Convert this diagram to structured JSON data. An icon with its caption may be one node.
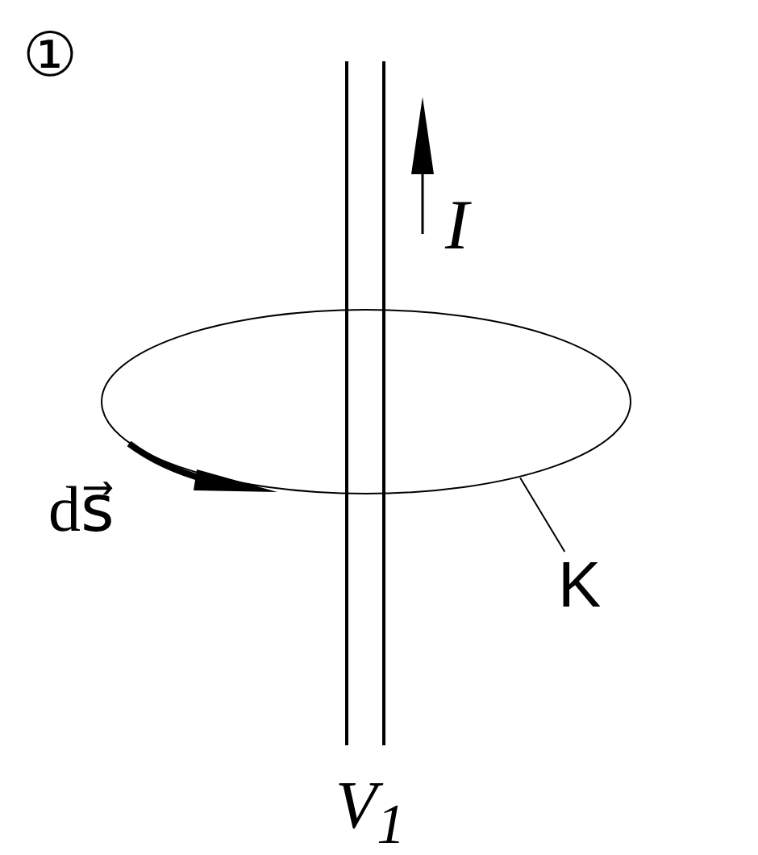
{
  "diagram": {
    "nodes": [
      {
        "text": [],
        "shape": "circle"
      },
      {
        "text": [
          "K"
        ]
      }
    ],
    "edges": [
      {
        "from": 1,
        "to": 0,
        "arrow": "none"
      }
    ],
    "labels": [
      "①",
      "I",
      "ds⃗",
      "V$_{1}$"
    ]
  }
}
